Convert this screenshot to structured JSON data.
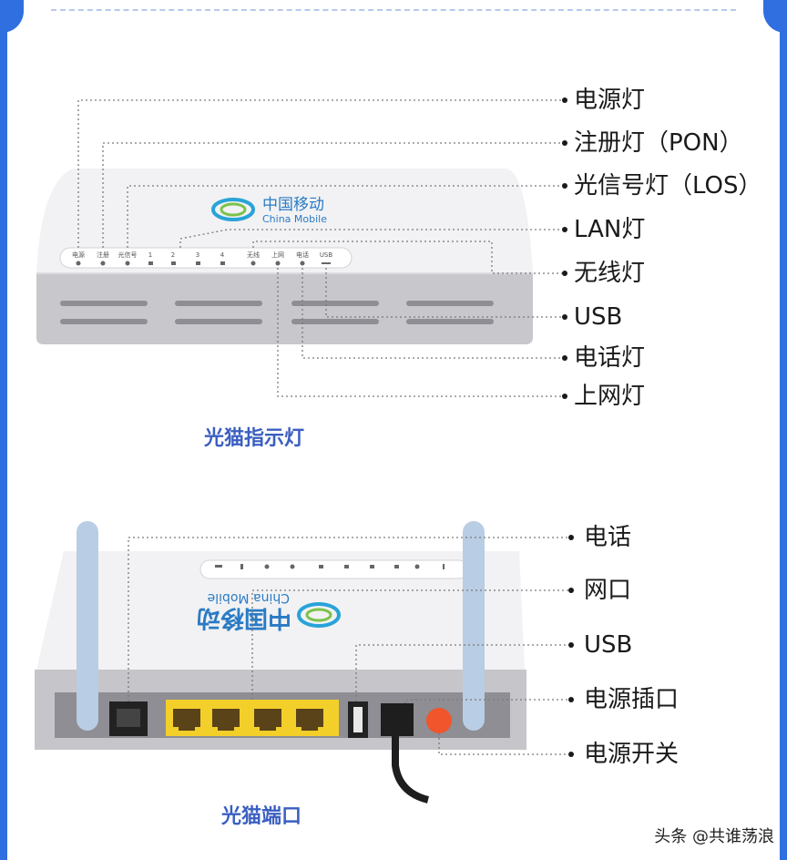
{
  "brand": {
    "name_cn": "中国移动",
    "name_en": "China Mobile"
  },
  "front_panel_labels": [
    "电源",
    "注册",
    "光信号",
    "1",
    "2",
    "3",
    "4",
    "无线",
    "上网",
    "电话",
    "USB"
  ],
  "indicator_callouts": [
    "电源灯",
    "注册灯（PON）",
    "光信号灯（LOS）",
    "LAN灯",
    "无线灯",
    "USB",
    "电话灯",
    "上网灯"
  ],
  "indicator_title": "光猫指示灯",
  "port_callouts": [
    "电话",
    "网口",
    "USB",
    "电源插口",
    "电源开关"
  ],
  "port_title": "光猫端口",
  "watermark": "头条 @共谁荡浪",
  "colors": {
    "frame_blue": "#2f6fe0",
    "title_blue": "#3b5fc0",
    "lan_port_yellow": "#f3cf2a",
    "power_switch_orange": "#f0552b",
    "antenna_blue": "#b9cde4"
  }
}
